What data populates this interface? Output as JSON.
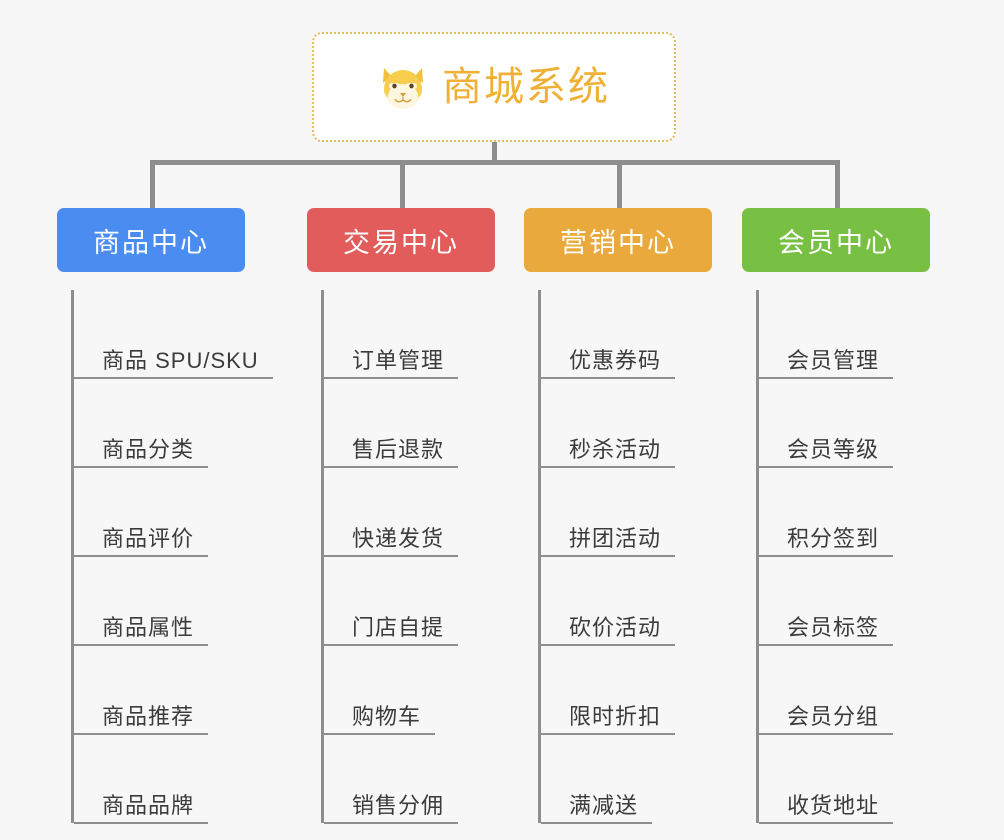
{
  "page": {
    "background_color": "#f7f7f7",
    "diagram_type": "org-tree"
  },
  "root": {
    "title": "商城系统",
    "icon": "shiba-dog-face-icon",
    "text_color": "#efb035",
    "border_color": "#eab95c",
    "background_color": "#ffffff"
  },
  "connectors": {
    "color": "#8e8e8e"
  },
  "columns": [
    {
      "category": "商品中心",
      "color": "#4a8cf0",
      "items": [
        "商品 SPU/SKU",
        "商品分类",
        "商品评价",
        "商品属性",
        "商品推荐",
        "商品品牌"
      ]
    },
    {
      "category": "交易中心",
      "color": "#e25c5c",
      "items": [
        "订单管理",
        "售后退款",
        "快递发货",
        "门店自提",
        "购物车",
        "销售分佣"
      ]
    },
    {
      "category": "营销中心",
      "color": "#e9a93c",
      "items": [
        "优惠券码",
        "秒杀活动",
        "拼团活动",
        "砍价活动",
        "限时折扣",
        "满减送"
      ]
    },
    {
      "category": "会员中心",
      "color": "#78c044",
      "items": [
        "会员管理",
        "会员等级",
        "积分签到",
        "会员标签",
        "会员分组",
        "收货地址"
      ]
    }
  ]
}
